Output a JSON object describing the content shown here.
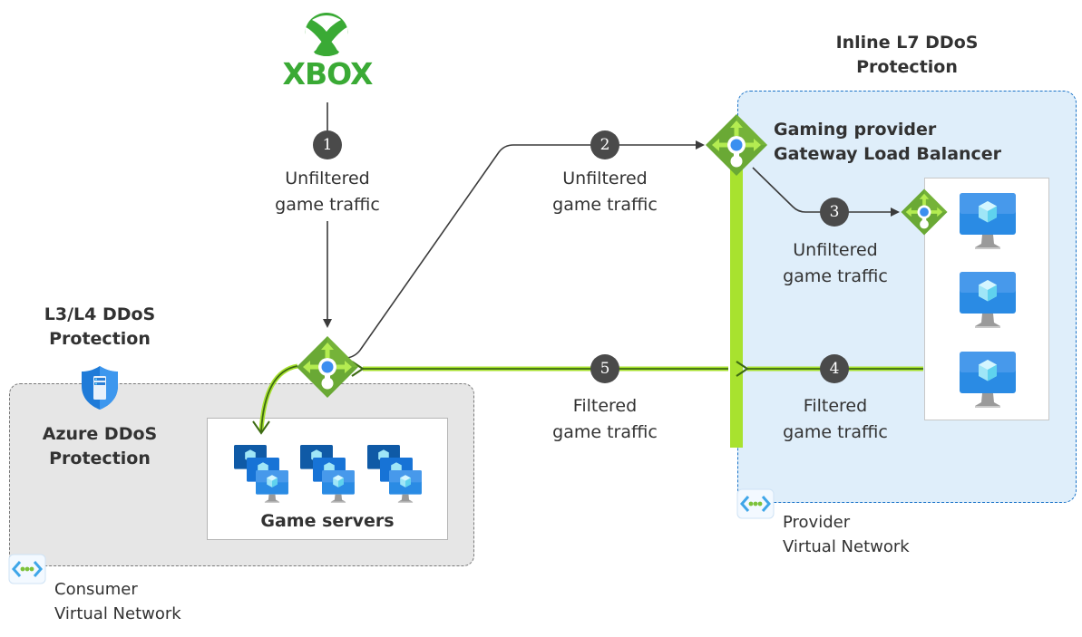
{
  "diagram": {
    "xbox": {
      "logo_text": "XBOX",
      "brand_color": "#3aaa35"
    },
    "l3l4_title": {
      "line1": "L3/L4 DDoS",
      "line2": "Protection"
    },
    "l7_title": {
      "line1": "Inline L7 DDoS",
      "line2": "Protection"
    },
    "azure_ddos": {
      "line1": "Azure DDoS",
      "line2": "Protection"
    },
    "gateway_lb": {
      "line1": "Gaming provider",
      "line2": "Gateway Load Balancer"
    },
    "game_servers": {
      "label": "Game servers"
    },
    "consumer_vnet": {
      "line1": "Consumer",
      "line2": "Virtual Network"
    },
    "provider_vnet": {
      "line1": "Provider",
      "line2": "Virtual Network"
    },
    "steps": [
      {
        "number": "1",
        "line1": "Unfiltered",
        "line2": "game traffic"
      },
      {
        "number": "2",
        "line1": "Unfiltered",
        "line2": "game traffic"
      },
      {
        "number": "3",
        "line1": "Unfiltered",
        "line2": "game traffic"
      },
      {
        "number": "4",
        "line1": "Filtered",
        "line2": "game traffic"
      },
      {
        "number": "5",
        "line1": "Filtered",
        "line2": "game traffic"
      }
    ],
    "colors": {
      "unfiltered_flow": "#3b3b3b",
      "filtered_flow": "#a8e22f",
      "filtered_flow_core": "#3d6b12",
      "provider_zone_fill": "#dfeefa",
      "provider_zone_border": "#1a73c8",
      "consumer_zone_fill": "#e6e6e6",
      "lb_green": "#6db33f",
      "vm_blue": "#1f86e0"
    }
  }
}
